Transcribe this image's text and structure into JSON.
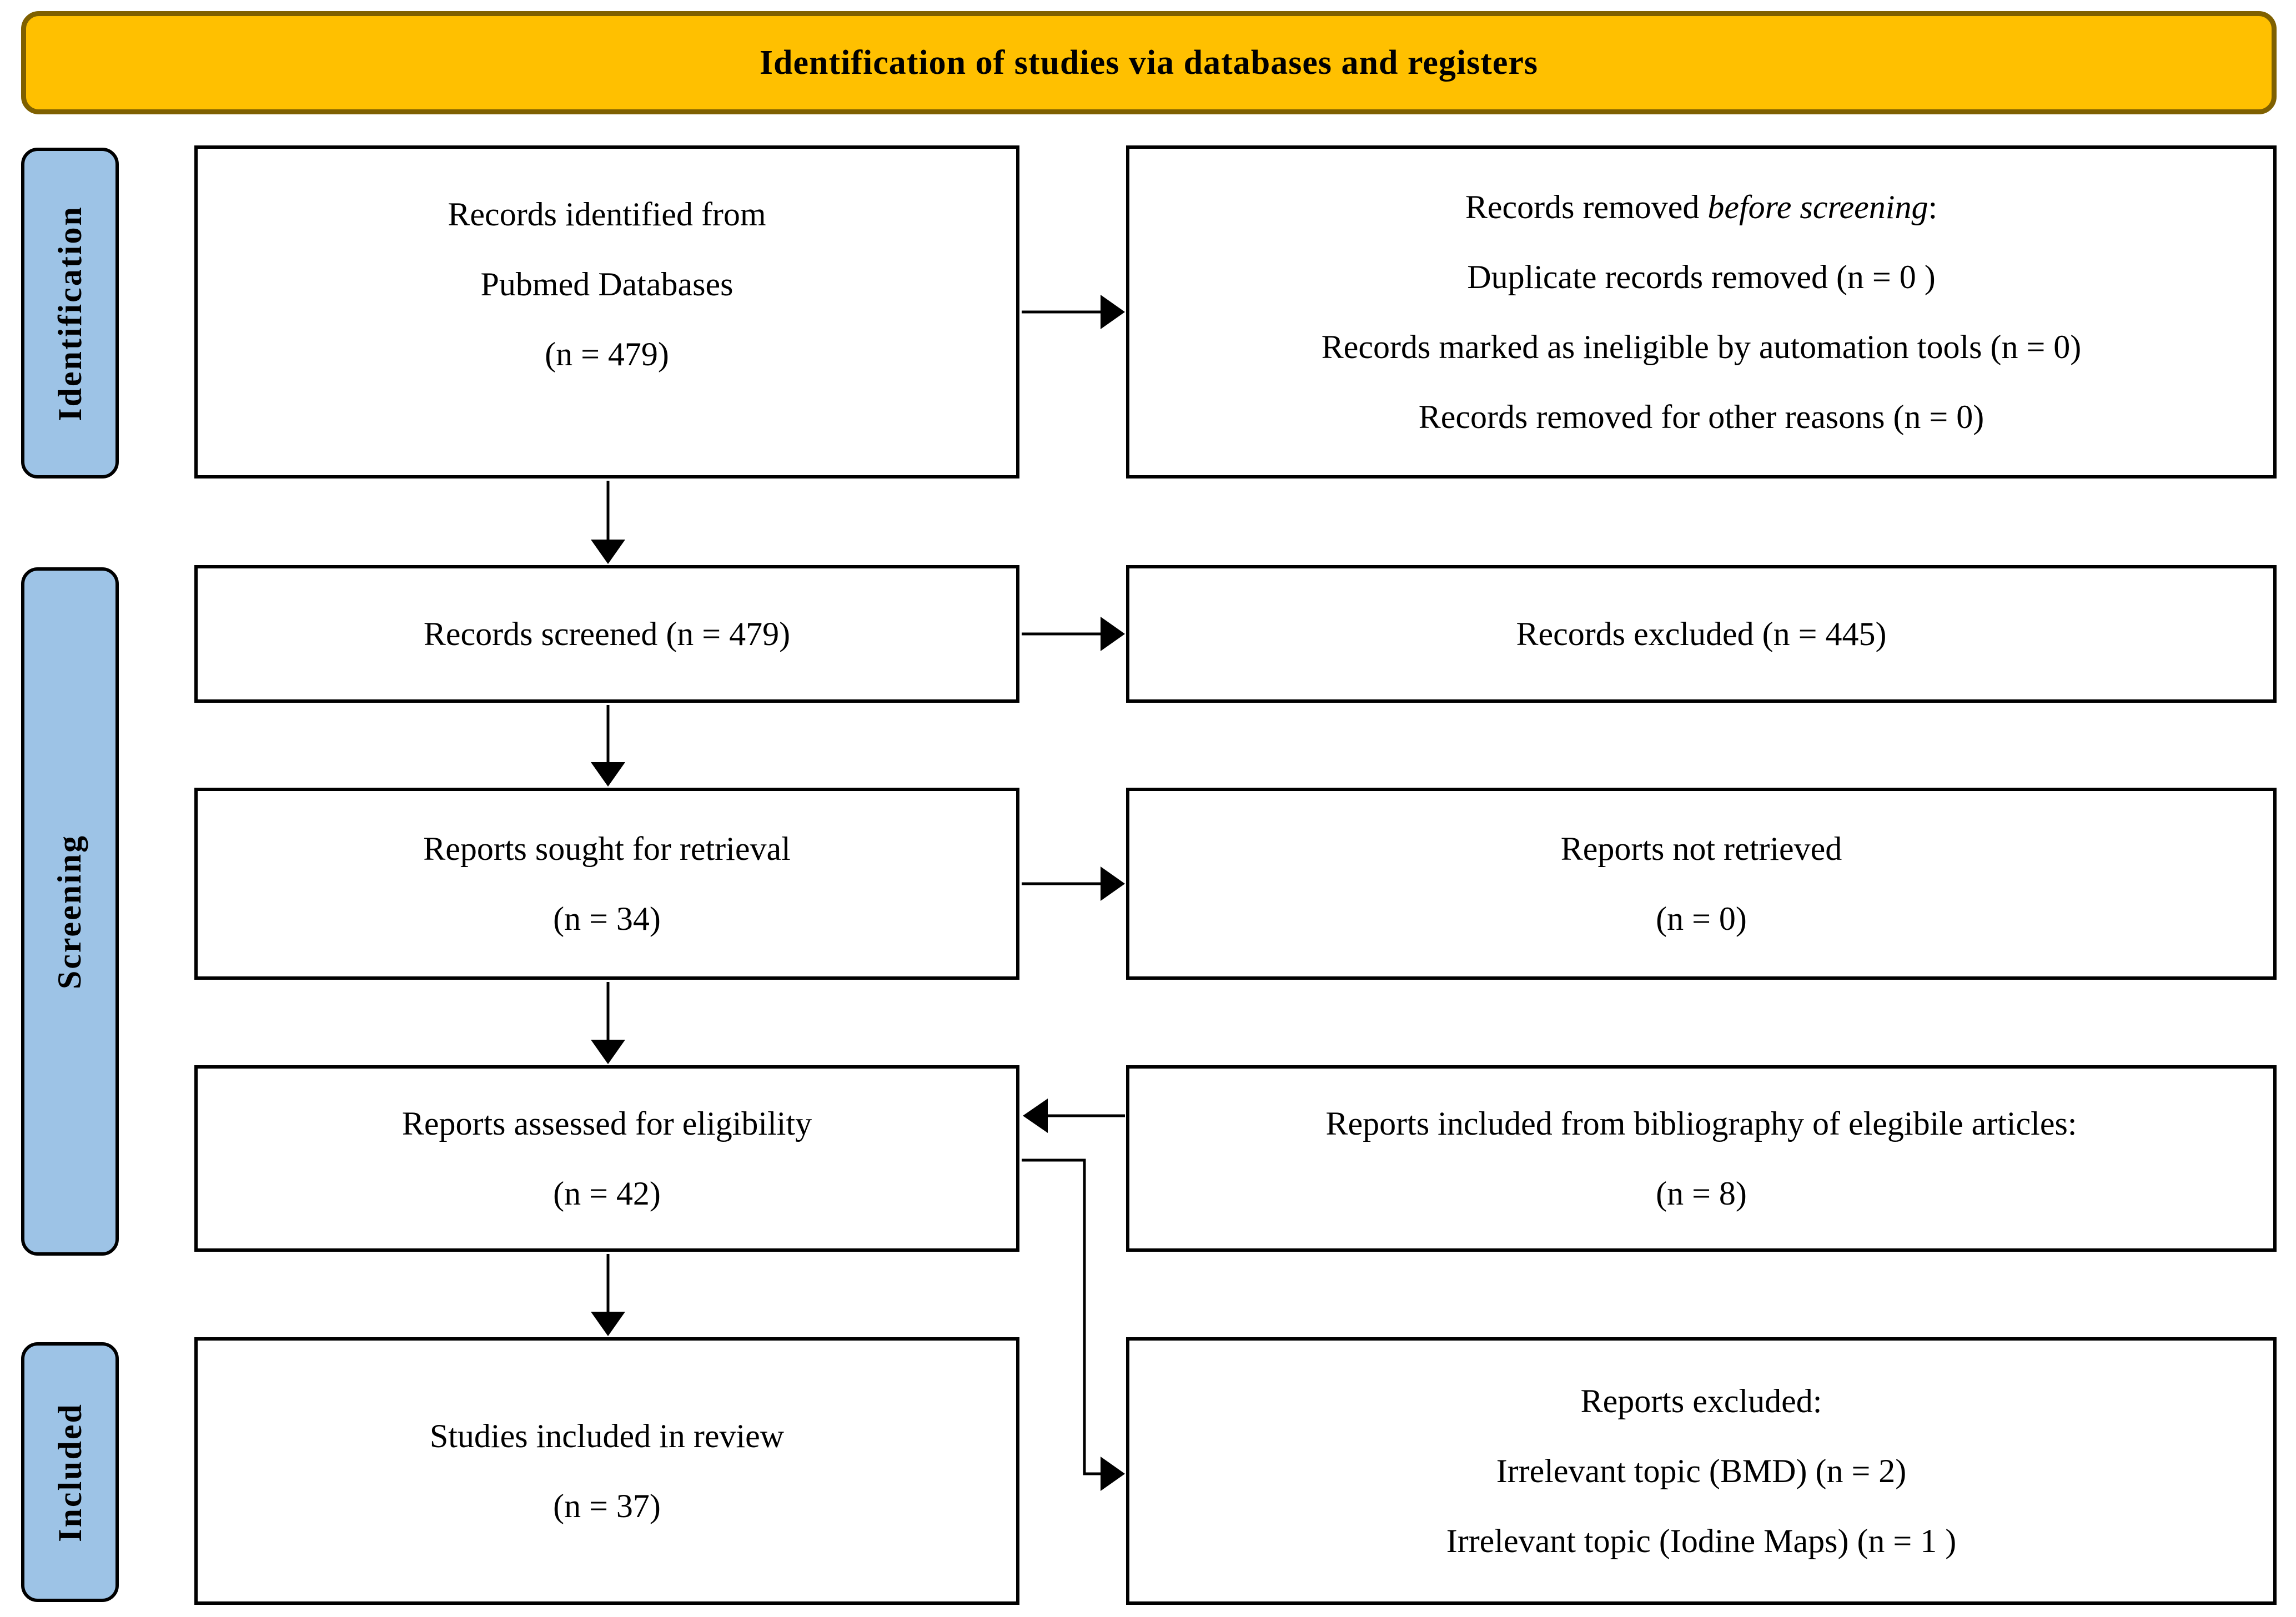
{
  "banner": {
    "title": "Identification of studies via databases and registers"
  },
  "sidebar": {
    "items": [
      {
        "label": "Identification"
      },
      {
        "label": "Screening"
      },
      {
        "label": "Included"
      }
    ]
  },
  "flow": {
    "identified": {
      "lines": [
        "Records identified from",
        "Pubmed Databases",
        "(n = 479)"
      ]
    },
    "removed_before_screening": {
      "line1_pre": "Records removed ",
      "line1_italic": "before screening",
      "line1_post": ":",
      "lines": [
        "Duplicate records removed (n = 0 )",
        "Records marked as ineligible by automation tools (n = 0)",
        "Records removed for other reasons (n = 0)"
      ]
    },
    "screened": {
      "label": "Records screened (n = 479)"
    },
    "excluded": {
      "label": "Records excluded (n = 445)"
    },
    "sought": {
      "lines": [
        "Reports sought for retrieval",
        "(n = 34)"
      ]
    },
    "not_retrieved": {
      "lines": [
        "Reports not retrieved",
        "(n = 0)"
      ]
    },
    "assessed": {
      "lines": [
        "Reports assessed for eligibility",
        "(n = 42)"
      ]
    },
    "bibliography": {
      "lines": [
        "Reports included from bibliography of elegibile articles:",
        "(n = 8)"
      ]
    },
    "included_review": {
      "lines": [
        "Studies included in review",
        "(n = 37)"
      ]
    },
    "reports_excluded": {
      "lines": [
        "Reports excluded:",
        "Irrelevant topic (BMD) (n = 2)",
        "Irrelevant topic (Iodine Maps) (n = 1 )"
      ]
    }
  },
  "colors": {
    "accent_fill": "#FFC000",
    "accent_border": "#7F6000",
    "stage_fill": "#9DC3E6",
    "stage_border": "#000000",
    "line_color": "#000000"
  }
}
